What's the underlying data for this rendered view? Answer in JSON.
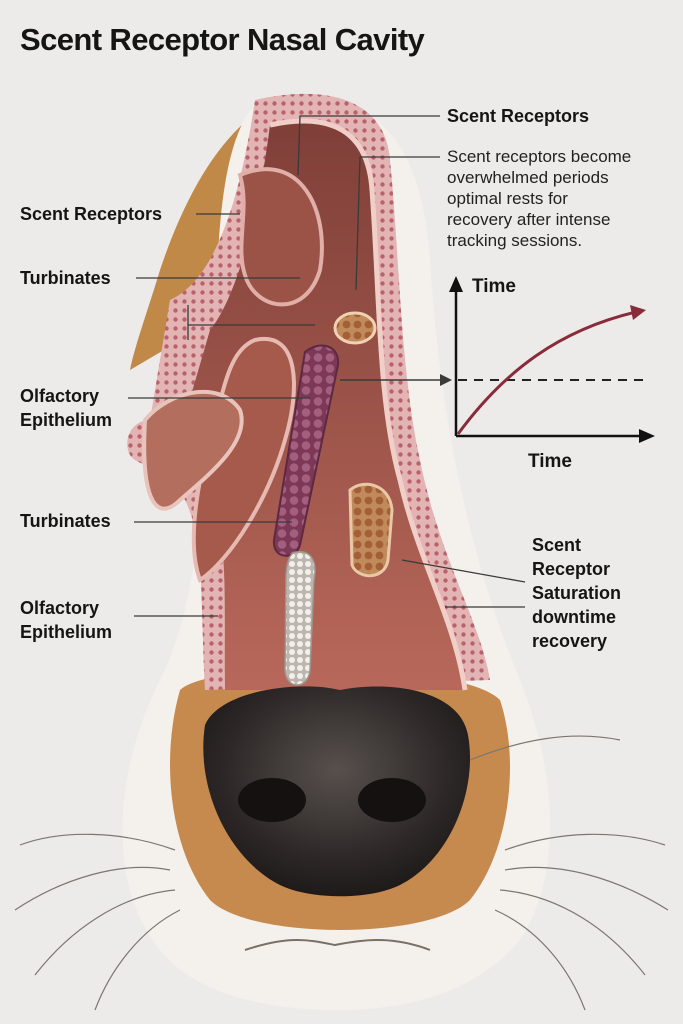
{
  "title": "Scent Receptor Nasal Cavity",
  "labels": {
    "scent_receptors_top": "Scent Receptors",
    "scent_receptors_left": "Scent Receptors",
    "turbinates_upper": "Turbinates",
    "olfactory_upper": [
      "Olfactory",
      "Epithelium"
    ],
    "turbinates_lower": "Turbinates",
    "olfactory_lower": [
      "Olfactory",
      "Epithelium"
    ],
    "saturation": [
      "Scent",
      "Receptor",
      "Saturation",
      "downtime",
      "recovery"
    ]
  },
  "description": [
    "Scent receptors become",
    "overwhelmed periods",
    "optimal rests for",
    "recovery after intense",
    "tracking sessions."
  ],
  "graph": {
    "y_axis_label": "Time",
    "x_axis_label": "Time"
  },
  "colors": {
    "tissue_pink": "#e6b9b6",
    "cavity_dark": "#8e4c45",
    "epithelium_purple": "#8a4563",
    "nose_leather": "#2f2a29",
    "fur_tan": "#c08947",
    "curve": "#8a2b3a"
  }
}
